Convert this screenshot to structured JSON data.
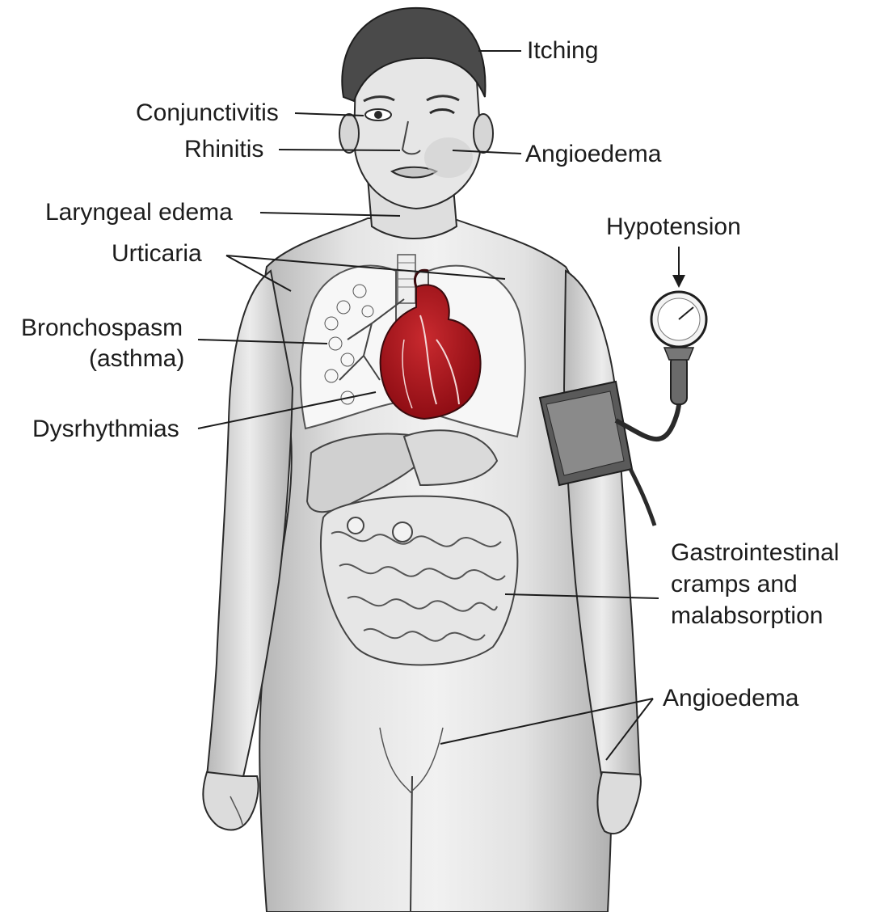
{
  "colors": {
    "ink": "#1c1c1c",
    "skin": "#e9e9e9",
    "shade": "#b9b9b9",
    "heart": "#b0151c",
    "organ": "#f4f4f4"
  },
  "labels": {
    "itching": "Itching",
    "conjunctivitis": "Conjunctivitis",
    "rhinitis": "Rhinitis",
    "angioedema_face": "Angioedema",
    "laryngeal_edema": "Laryngeal edema",
    "hypotension": "Hypotension",
    "urticaria": "Urticaria",
    "bronchospasm_1": "Bronchospasm",
    "bronchospasm_2": "(asthma)",
    "dysrhythmias": "Dysrhythmias",
    "gi_1": "Gastrointestinal",
    "gi_2": "cramps and",
    "gi_3": "malabsorption",
    "angioedema_body": "Angioedema"
  },
  "icons": {
    "figure": "human-body-illustration",
    "heart": "heart-icon",
    "lungs": "lungs-icon",
    "intestines": "intestines-icon",
    "gauge": "pressure-gauge-icon",
    "cuff": "blood-pressure-cuff-icon"
  }
}
